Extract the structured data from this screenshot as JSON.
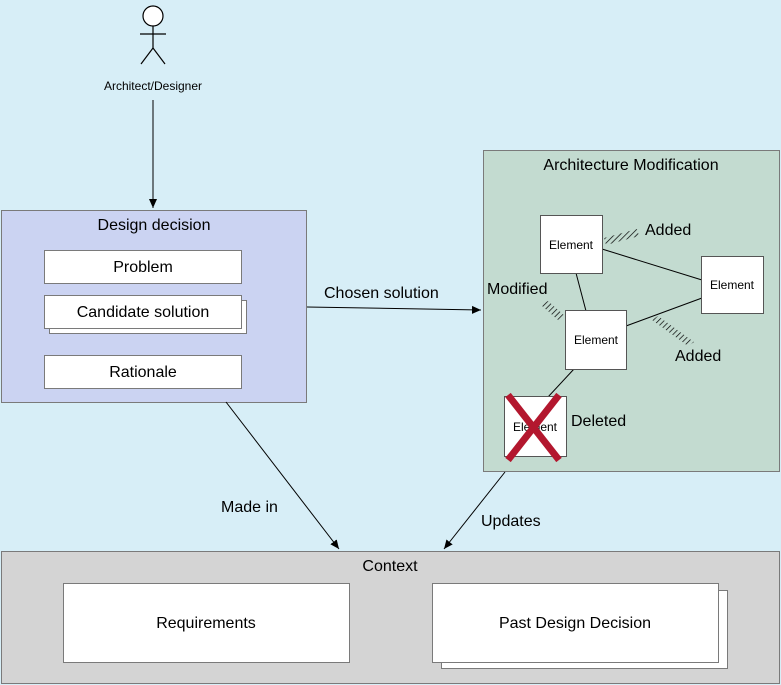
{
  "actor": {
    "label": "Architect/Designer"
  },
  "design_decision": {
    "title": "Design decision",
    "problem": "Problem",
    "candidate_solution": "Candidate solution",
    "rationale": "Rationale"
  },
  "architecture_modification": {
    "title": "Architecture Modification",
    "element_label": "Element",
    "added_1": "Added",
    "added_2": "Added",
    "modified": "Modified",
    "deleted": "Deleted"
  },
  "edges": {
    "chosen_solution": "Chosen solution",
    "made_in": "Made in",
    "updates": "Updates"
  },
  "context": {
    "title": "Context",
    "requirements": "Requirements",
    "past_design_decision": "Past Design Decision"
  },
  "colors": {
    "background": "#d7eef7",
    "design_decision_fill": "#cbd3f2",
    "architecture_fill": "#c3dbd0",
    "context_fill": "#d4d4d4",
    "deleted_cross": "#b3172e"
  }
}
